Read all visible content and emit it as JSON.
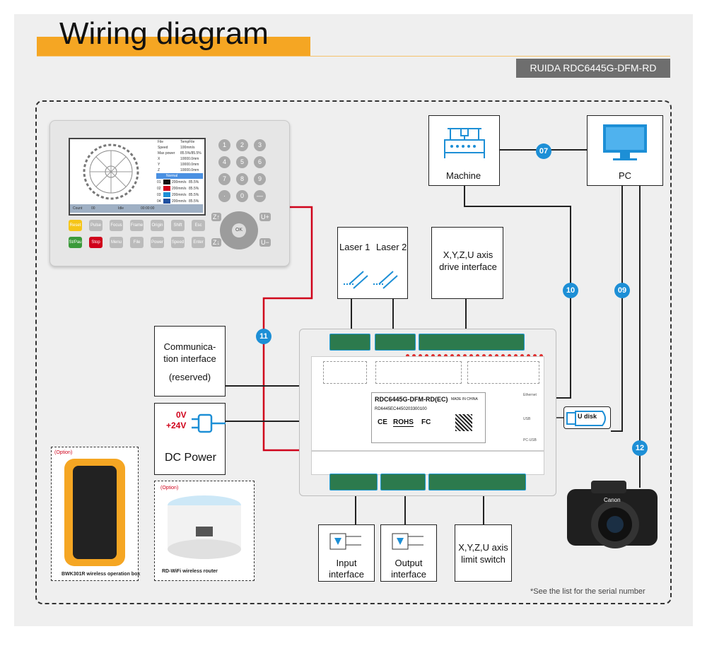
{
  "header": {
    "title": "Wiring diagram",
    "model_badge": "RUIDA RDC6445G-DFM-RD"
  },
  "devices": {
    "machine": "Machine",
    "pc": "PC",
    "laser1": "Laser 1",
    "laser2": "Laser 2",
    "drive_interface": "X,Y,Z,U axis drive interface",
    "communication_interface_1": "Communica-",
    "communication_interface_2": "tion interface",
    "communication_interface_3": "(reserved)",
    "dc_0v": "0V",
    "dc_24v": "+24V",
    "dc_power": "DC Power",
    "u_disk": "U disk",
    "input_interface_1": "Input",
    "input_interface_2": "interface",
    "output_interface_1": "Output",
    "output_interface_2": "interface",
    "limit_switch_1": "X,Y,Z,U axis",
    "limit_switch_2": "limit switch"
  },
  "badges": {
    "b07": "07",
    "b09": "09",
    "b10": "10",
    "b11": "11",
    "b12": "12"
  },
  "controller": {
    "model": "RDC6445G-DFM-RD(EC)",
    "made_in": "MADE IN CHINA",
    "serial": "RD6445EC4450203300100",
    "ce": "CE",
    "rohs": "ROHS",
    "fc": "FC",
    "ethernet": "Ethernet",
    "usb": "USB",
    "pc_usb": "PC-USB"
  },
  "panel": {
    "lcd_rows": [
      {
        "k": "File",
        "v": "TempFile"
      },
      {
        "k": "Speed",
        "v": "100mm/s"
      },
      {
        "k": "Max power",
        "v": "85.5%/85.5%"
      },
      {
        "k": "X",
        "v": "10000.0mm"
      },
      {
        "k": "Y",
        "v": "10000.0mm"
      },
      {
        "k": "Z",
        "v": "10000.0mm"
      }
    ],
    "lcd_layer_header": "Normal",
    "lcd_layers": [
      {
        "n": "01",
        "s": "200mm/s",
        "p": "85.5%",
        "color": "#111111"
      },
      {
        "n": "02",
        "s": "200mm/s",
        "p": "85.5%",
        "color": "#d0021b"
      },
      {
        "n": "03",
        "s": "200mm/s",
        "p": "85.5%",
        "color": "#1d8fd6"
      },
      {
        "n": "04",
        "s": "200mm/s",
        "p": "85.5%",
        "color": "#1d4fa0"
      }
    ],
    "lcd_status_count": "Count",
    "lcd_status_count_val": "00",
    "lcd_status_idle": "Idle",
    "lcd_status_time": "00:00:00",
    "numkeys": [
      "1",
      "2",
      "3",
      "4",
      "5",
      "6",
      "7",
      "8",
      "9",
      "·",
      "0",
      "—"
    ],
    "row1": [
      "Reset",
      "Pulse",
      "Focus",
      "Frame",
      "Origin",
      "Shift",
      "Esc"
    ],
    "row2": [
      "St/Pau",
      "Stop",
      "Menu",
      "File",
      "Power",
      "Speed",
      "Enter"
    ],
    "z_up": "Z↑",
    "z_down": "Z↓",
    "u_plus": "U+",
    "u_minus": "U−",
    "ok": "OK"
  },
  "options": {
    "option_label": "(Option)",
    "bwk_caption": "BWK301R wireless operation box",
    "wifi_caption": "RD-WiFi wireless router"
  },
  "footnote": "*See the list for the serial number",
  "colors": {
    "accent": "#f5a623",
    "badge": "#1d8fd6",
    "wire_red": "#d0021b",
    "wire_black": "#222222",
    "connector": "#2c7a4d"
  }
}
